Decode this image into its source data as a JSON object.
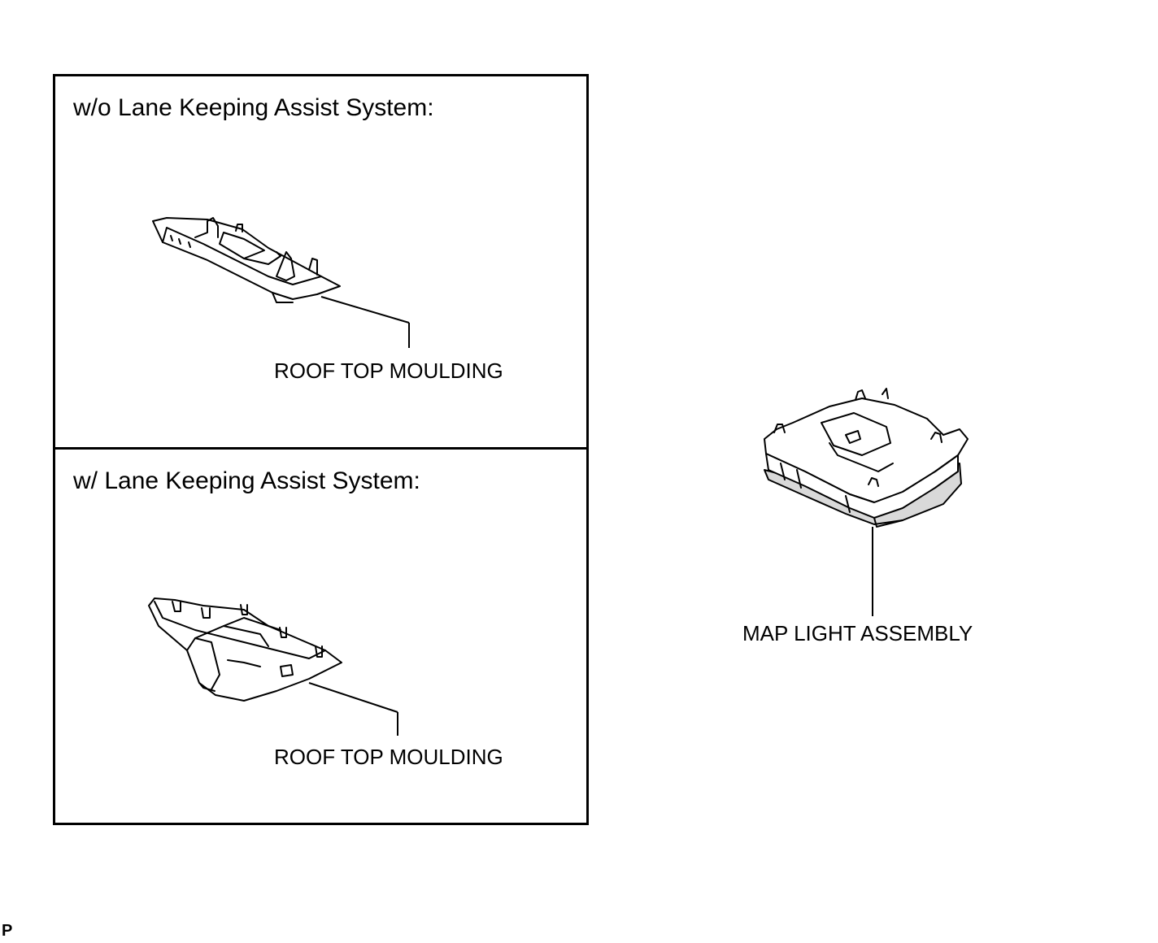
{
  "panels": {
    "top": {
      "heading": "w/o Lane Keeping Assist System:",
      "part_label": "ROOF TOP MOULDING"
    },
    "bottom": {
      "heading": "w/ Lane Keeping Assist System:",
      "part_label": "ROOF TOP MOULDING"
    }
  },
  "right_part": {
    "label": "MAP LIGHT ASSEMBLY"
  },
  "corner_code": "P"
}
